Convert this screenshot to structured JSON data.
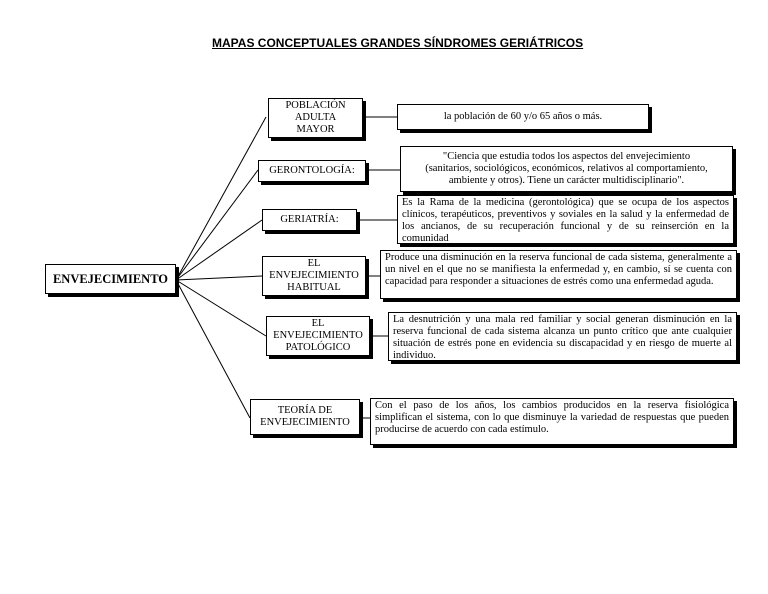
{
  "title": "MAPAS CONCEPTUALES GRANDES SÍNDROMES GERIÁTRICOS",
  "root": "ENVEJECIMIENTO",
  "branches": [
    {
      "concept": "POBLACIÓN ADULTA MAYOR",
      "description": "la población de 60 y/o 65 años o más."
    },
    {
      "concept": "GERONTOLOGÍA:",
      "description": "\"Ciencia que estudia todos los aspectos del envejecimiento (sanitarios, sociológicos, económicos, relativos al comportamiento, ambiente y otros). Tiene un carácter multidisciplinario\"."
    },
    {
      "concept": "GERIATRÍA:",
      "description": "Es la Rama de la medicina (gerontológica) que se ocupa de los aspectos clínicos, terapéuticos, preventivos y soviales en la salud y la enfermedad de los ancianos, de su recuperación funcional y de su reinserción en la comunidad"
    },
    {
      "concept": "EL ENVEJECIMIENTO HABITUAL",
      "description": "Produce una disminución en la reserva funcional de cada sistema, generalmente a un nivel en el que no se manifiesta la enfermedad y, en cambio, sí se cuenta con capacidad para responder a situaciones de estrés como una enfermedad aguda."
    },
    {
      "concept": "EL ENVEJECIMIENTO PATOLÓGICO",
      "description": "La desnutrición y una mala red familiar y social generan disminución en la reserva funcional de cada sistema alcanza un punto crítico que ante cualquier situación de estrés pone en evidencia su discapacidad y en riesgo de muerte al individuo."
    },
    {
      "concept": "TEORÍA DE ENVEJECIMIENTO",
      "description": "Con el paso de los años, los cambios producidos en la reserva fisiológica simplifican el sistema, con lo que disminuye la variedad de respuestas que pueden producirse de acuerdo con cada estímulo."
    }
  ]
}
